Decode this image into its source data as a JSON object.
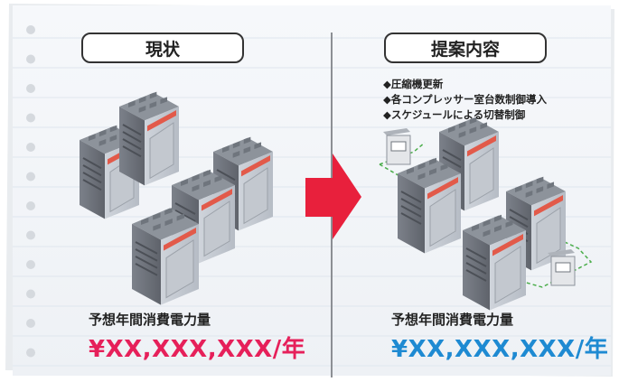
{
  "left": {
    "label": "現状",
    "consumption_label": "予想年間消費電力量",
    "consumption_value": "¥XX,XXX,XXX/年",
    "value_color": "#e6205a"
  },
  "right": {
    "label": "提案内容",
    "bullets": [
      "◆圧縮機更新",
      "◆各コンプレッサー室台数制御導入",
      "◆スケジュールによる切替制御"
    ],
    "consumption_label": "予想年間消費電力量",
    "consumption_value": "¥XX,XXX,XXX/年",
    "value_color": "#1e8ad2"
  },
  "arrow_color": "#e8203c"
}
